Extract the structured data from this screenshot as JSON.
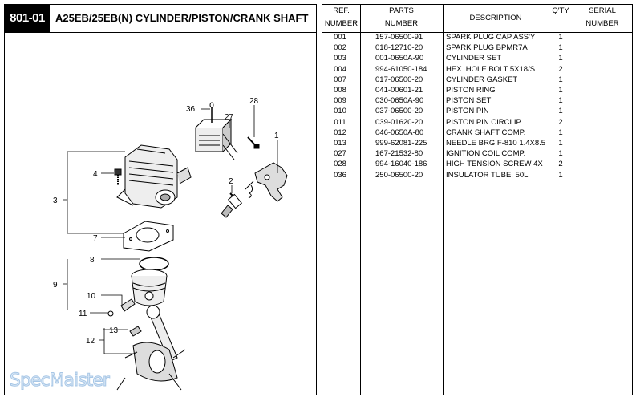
{
  "section_code": "801-01",
  "title": "A25EB/25EB(N)  CYLINDER/PISTON/CRANK SHAFT",
  "watermark": "SpecMaister",
  "diagram_callouts": [
    "36",
    "27",
    "28",
    "1",
    "4",
    "3",
    "2",
    "7",
    "8",
    "9",
    "10",
    "11",
    "13",
    "12"
  ],
  "table": {
    "headers": {
      "ref": [
        "REF.",
        "NUMBER"
      ],
      "parts": [
        "PARTS",
        "NUMBER"
      ],
      "description": "DESCRIPTION",
      "qty": "Q'TY",
      "serial": [
        "SERIAL",
        "NUMBER"
      ]
    },
    "rows": [
      {
        "ref": "001",
        "part": "157-06500-91",
        "desc": "SPARK PLUG CAP ASS'Y",
        "qty": "1"
      },
      {
        "ref": "002",
        "part": "018-12710-20",
        "desc": "SPARK PLUG BPMR7A",
        "qty": "1"
      },
      {
        "ref": "003",
        "part": "001-0650A-90",
        "desc": "CYLINDER SET",
        "qty": "1"
      },
      {
        "ref": "004",
        "part": "994-61050-184",
        "desc": "HEX. HOLE BOLT 5X18/S",
        "qty": "2"
      },
      {
        "ref": "007",
        "part": "017-06500-20",
        "desc": "CYLINDER GASKET",
        "qty": "1"
      },
      {
        "ref": "008",
        "part": "041-00601-21",
        "desc": "PISTON RING",
        "qty": "1"
      },
      {
        "ref": "009",
        "part": "030-0650A-90",
        "desc": "PISTON SET",
        "qty": "1"
      },
      {
        "ref": "010",
        "part": "037-06500-20",
        "desc": "PISTON PIN",
        "qty": "1"
      },
      {
        "ref": "011",
        "part": "039-01620-20",
        "desc": "PISTON PIN CIRCLIP",
        "qty": "2"
      },
      {
        "ref": "012",
        "part": "046-0650A-80",
        "desc": "CRANK SHAFT COMP.",
        "qty": "1"
      },
      {
        "ref": "013",
        "part": "999-62081-225",
        "desc": "NEEDLE BRG F-810 1.4X8.5",
        "qty": "1"
      },
      {
        "ref": "027",
        "part": "167-21532-80",
        "desc": "IGNITION COIL COMP.",
        "qty": "1"
      },
      {
        "ref": "028",
        "part": "994-16040-186",
        "desc": "HIGH TENSION SCREW 4X",
        "qty": "2"
      },
      {
        "ref": "036",
        "part": "250-06500-20",
        "desc": "INSULATOR TUBE, 50L",
        "qty": "1"
      }
    ]
  }
}
